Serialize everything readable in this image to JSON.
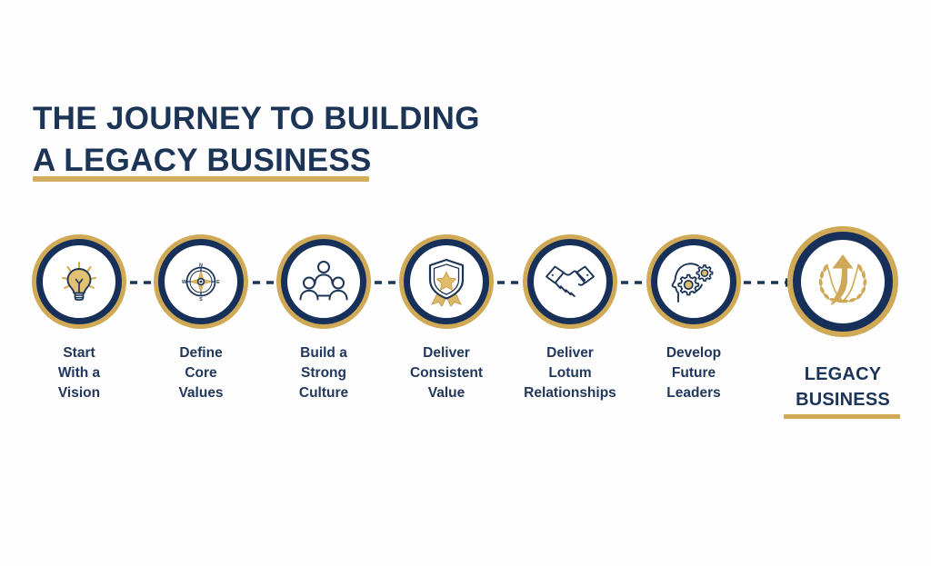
{
  "title": {
    "line1": "THE JOURNEY TO BUILDING",
    "line2": "A LEGACY BUSINESS"
  },
  "colors": {
    "navy": "#1c3557",
    "navy_ring": "#17305a",
    "gold": "#cfa955",
    "gold_rule": "#d2ad5c",
    "background": "#ffffff",
    "label_text": "#21385c"
  },
  "steps": [
    {
      "index": 1,
      "icon": "lightbulb-icon",
      "label_lines": [
        "Start",
        "With a",
        "Vision"
      ],
      "label_text": "Start With a Vision"
    },
    {
      "index": 2,
      "icon": "compass-icon",
      "label_lines": [
        "Define",
        "Core",
        "Values"
      ],
      "label_text": "Define Core Values"
    },
    {
      "index": 3,
      "icon": "people-group-icon",
      "label_lines": [
        "Build a",
        "Strong",
        "Culture"
      ],
      "label_text": "Build a Strong Culture"
    },
    {
      "index": 4,
      "icon": "shield-star-award-icon",
      "label_lines": [
        "Deliver",
        "Consistent",
        "Value"
      ],
      "label_text": "Deliver Consistent Value"
    },
    {
      "index": 5,
      "icon": "handshake-icon",
      "label_lines": [
        "Deliver",
        "Lotum",
        "Relationships"
      ],
      "label_text": "Deliver Lotum Relationships"
    },
    {
      "index": 6,
      "icon": "head-with-gears-icon",
      "label_lines": [
        "Develop",
        "Future",
        "Leaders"
      ],
      "label_text": "Develop Future Leaders"
    }
  ],
  "outcome": {
    "icon": "laurel-wreath-arrow-icon",
    "label_lines": [
      "LEGACY",
      "BUSINESS"
    ],
    "label_text": "LEGACY BUSINESS"
  },
  "connectors": {
    "count": 6,
    "style": "dashed-arrow"
  }
}
